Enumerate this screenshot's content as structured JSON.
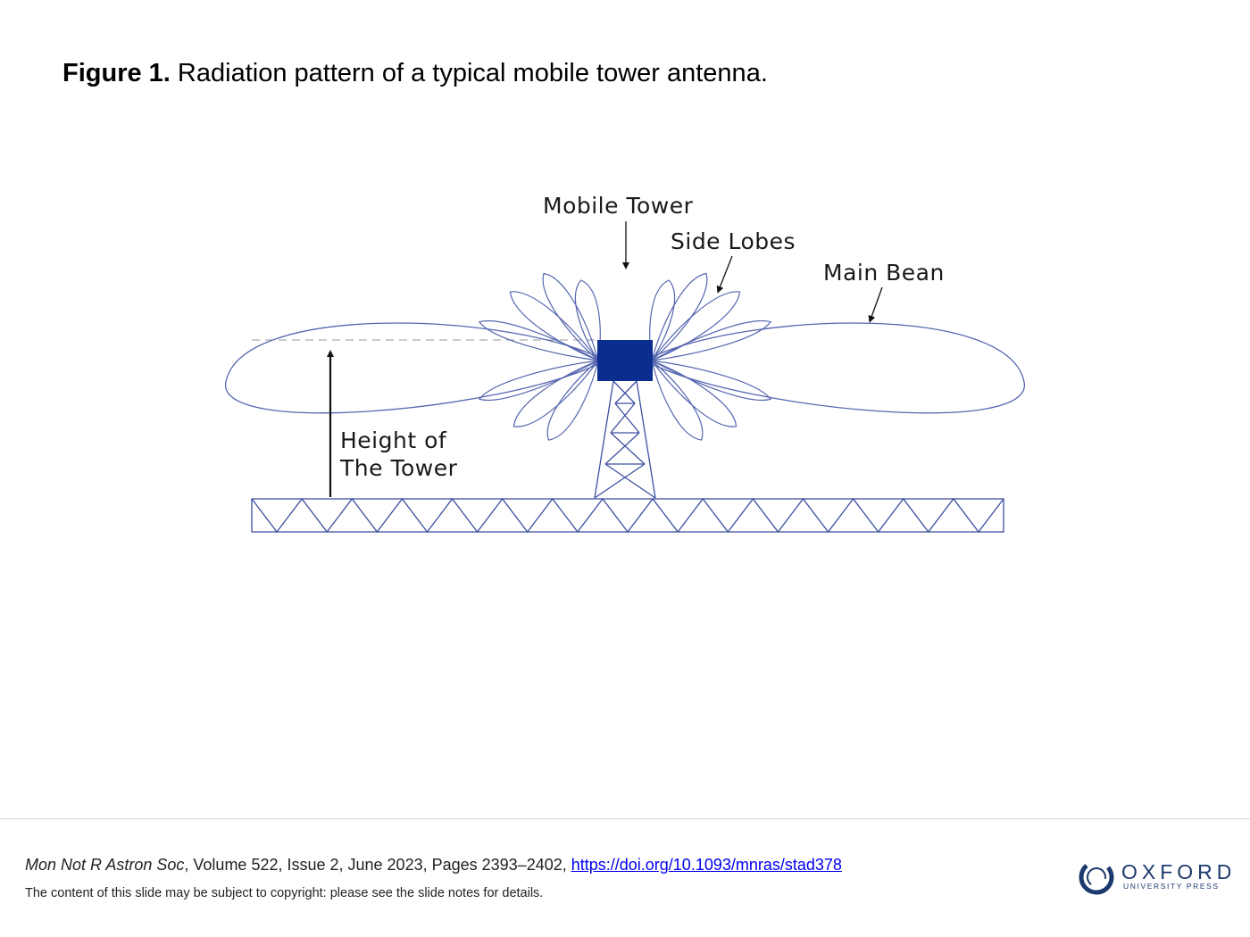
{
  "title": {
    "label": "Figure 1.",
    "caption": "Radiation pattern of a typical mobile tower antenna."
  },
  "diagram": {
    "labels": {
      "mobile_tower": "Mobile Tower",
      "side_lobes": "Side Lobes",
      "main_beam": "Main Bean",
      "height_line1": "Height of",
      "height_line2": "The Tower"
    },
    "colors": {
      "tower": "#0a2d8f",
      "lobe": "#5566b0",
      "ground": "#3d4fa0",
      "arrow": "#111111"
    }
  },
  "footer": {
    "journal": "Mon Not R Astron Soc",
    "details": ", Volume 522, Issue 2, June 2023, Pages 2393–2402, ",
    "doi": "https://doi.org/10.1093/mnras/stad378",
    "copyright": "The content of this slide may be subject to copyright: please see the slide notes for details.",
    "publisher": "OXFORD",
    "publisher_sub": "UNIVERSITY PRESS"
  }
}
